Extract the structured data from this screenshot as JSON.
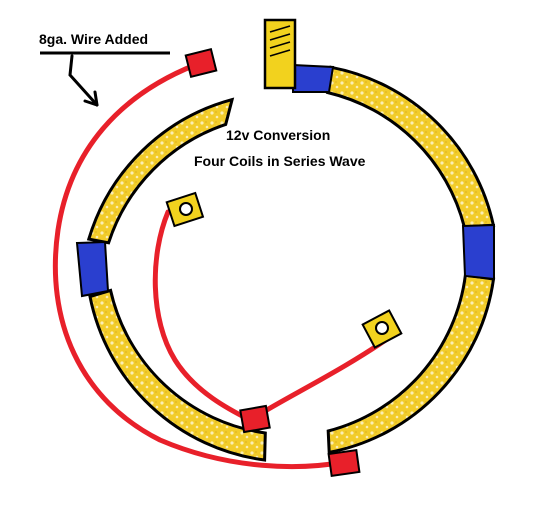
{
  "labels": {
    "wire_label": "8ga. Wire Added",
    "title_line1": "12v Conversion",
    "title_line2": "Four Coils in Series Wave"
  },
  "colors": {
    "coil_fill": "#f2cc2a",
    "coil_speckle": "#fbeeb4",
    "outline": "#000000",
    "pole_block": "#2a3fcf",
    "wire_red": "#e8202a",
    "terminal_yellow": "#f2d21e",
    "background": "#ffffff"
  },
  "icons": [
    "arrow-icon",
    "terminal-icon",
    "connector-icon"
  ]
}
